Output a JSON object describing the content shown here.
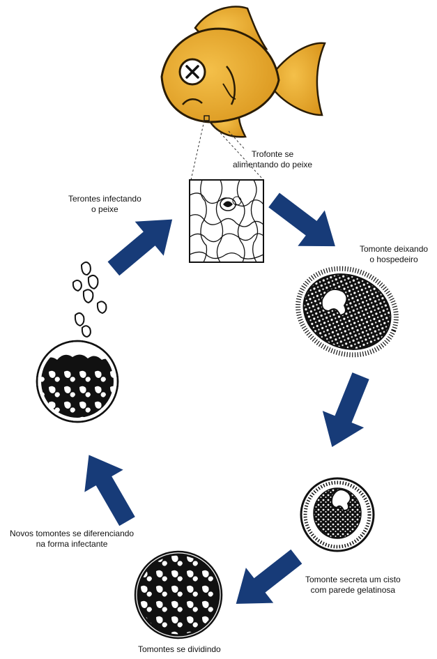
{
  "colors": {
    "arrow": "#173b78",
    "fish_body": "#e8a82a",
    "fish_dark": "#b97a10",
    "ink": "#111111"
  },
  "icons": [
    "fish-icon",
    "trophont-in-tissue-icon",
    "tomont-leaving-host-icon",
    "encysted-tomont-icon",
    "dividing-tomonts-icon",
    "theronts-emerging-icon",
    "cycle-arrow-icon"
  ],
  "labels": {
    "trofonte": [
      "Trofonte  se",
      "alimentando do peixe"
    ],
    "terontes": [
      "Terontes infectando",
      "o peixe"
    ],
    "tomonte_deixando": [
      "Tomonte deixando",
      "o hospedeiro"
    ],
    "tomonte_cisto": [
      "Tomonte secreta um cisto",
      "com parede gelatinosa"
    ],
    "tomontes_dividindo": [
      "Tomontes se dividindo"
    ],
    "novos_tomontes": [
      "Novos tomontes se diferenciando",
      "na forma infectante"
    ]
  }
}
